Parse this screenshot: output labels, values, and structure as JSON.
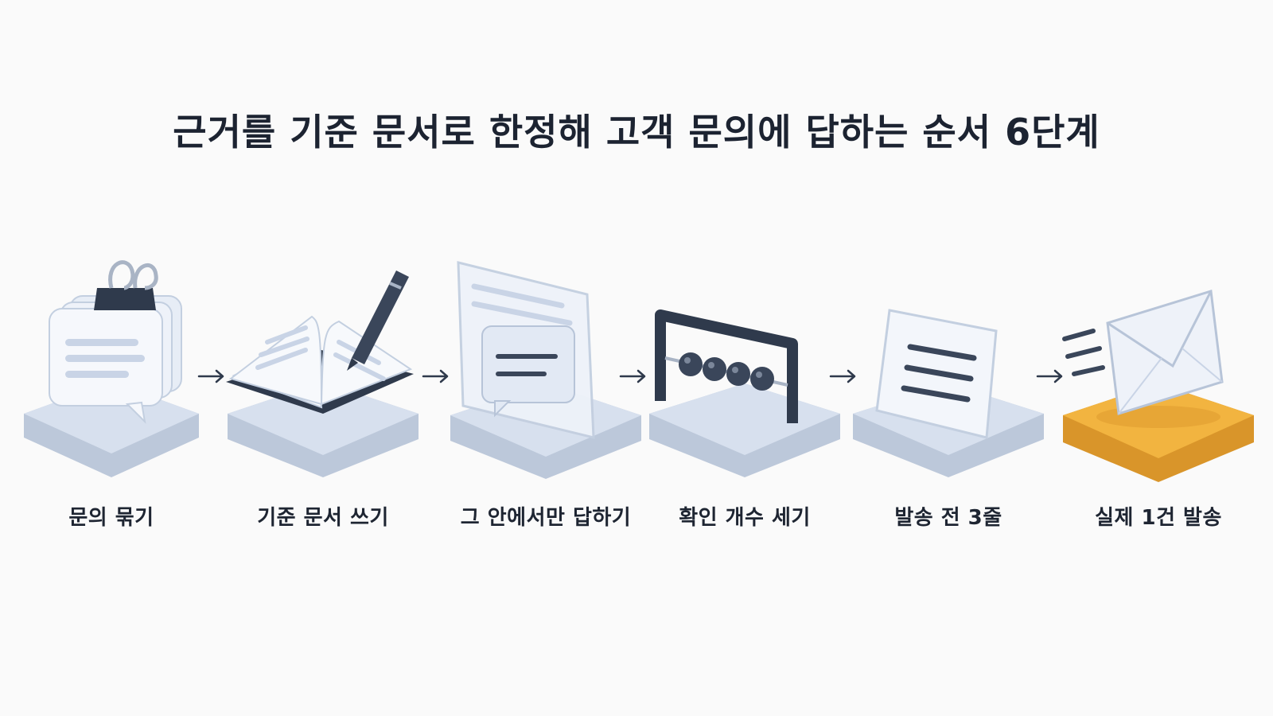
{
  "title": "근거를 기준 문서로 한정해 고객 문의에 답하는 순서 6단계",
  "steps": [
    {
      "label": "문의 묶기",
      "icon": "clipped-message-stack-icon"
    },
    {
      "label": "기준 문서 쓰기",
      "icon": "book-and-pen-icon"
    },
    {
      "label": "그 안에서만 답하기",
      "icon": "document-with-reply-bubble-icon"
    },
    {
      "label": "확인 개수 세기",
      "icon": "abacus-counter-icon"
    },
    {
      "label": "발송 전 3줄",
      "icon": "three-line-note-icon"
    },
    {
      "label": "실제 1건 발송",
      "icon": "sending-envelope-icon"
    }
  ],
  "colors": {
    "base": "#d7e0ee",
    "base_shadow": "#bcc8da",
    "accent_base": "#f2b440",
    "accent_shadow": "#d9952a",
    "dark": "#2f3a4c",
    "title": "#1c2331"
  }
}
